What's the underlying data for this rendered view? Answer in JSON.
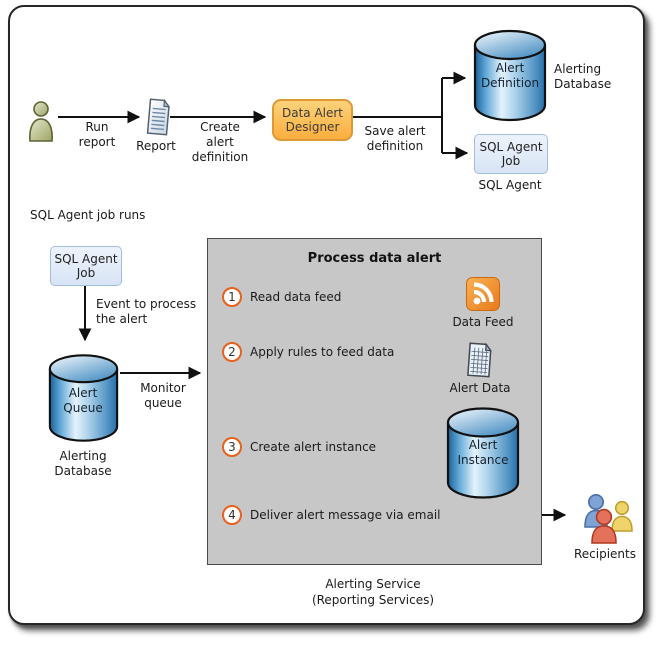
{
  "colors": {
    "designer_fill_top": "#FDD27A",
    "designer_fill_bottom": "#FBAE3E",
    "designer_border": "#DD9933",
    "step_ring_orange": "#E8611C",
    "panel_gray": "#C7C7C7",
    "cylinder_blue_dark": "#1A6096",
    "cylinder_blue_light": "#E3F2FB",
    "agent_box_fill": "#D7E4F5",
    "agent_box_border": "#A3BEDC",
    "rss_orange": "#E8791A",
    "connector_black": "#111111"
  },
  "icons": {
    "user": "person-icon",
    "report": "document-icon",
    "data_feed": "rss-icon",
    "alert_data": "spreadsheet-icon",
    "database": "cylinder-icon",
    "recipients": "people-group-icon"
  },
  "top_flow": {
    "run_report_label": "Run report",
    "report_label": "Report",
    "create_alert_label": "Create alert definition",
    "designer_label": "Data Alert Designer",
    "save_alert_label": "Save alert definition",
    "alert_definition_label": "Alert Definition",
    "alerting_database_label": "Alerting Database",
    "sql_agent_job_label": "SQL Agent Job",
    "sql_agent_label": "SQL Agent"
  },
  "left_flow": {
    "section_label": "SQL Agent job runs",
    "sql_agent_job_label": "SQL Agent Job",
    "event_label": "Event to process the alert",
    "alert_queue_label": "Alert Queue",
    "alerting_database_label": "Alerting Database",
    "monitor_queue_label": "Monitor queue"
  },
  "process": {
    "title": "Process data alert",
    "steps": [
      {
        "num": "1",
        "label": "Read data feed"
      },
      {
        "num": "2",
        "label": "Apply rules to feed data"
      },
      {
        "num": "3",
        "label": "Create alert instance"
      },
      {
        "num": "4",
        "label": "Deliver alert message via email"
      }
    ],
    "data_feed_label": "Data Feed",
    "alert_data_label": "Alert Data",
    "alert_instance_label": "Alert Instance"
  },
  "recipients_label": "Recipients",
  "caption": {
    "line1": "Alerting Service",
    "line2": "(Reporting Services)"
  }
}
